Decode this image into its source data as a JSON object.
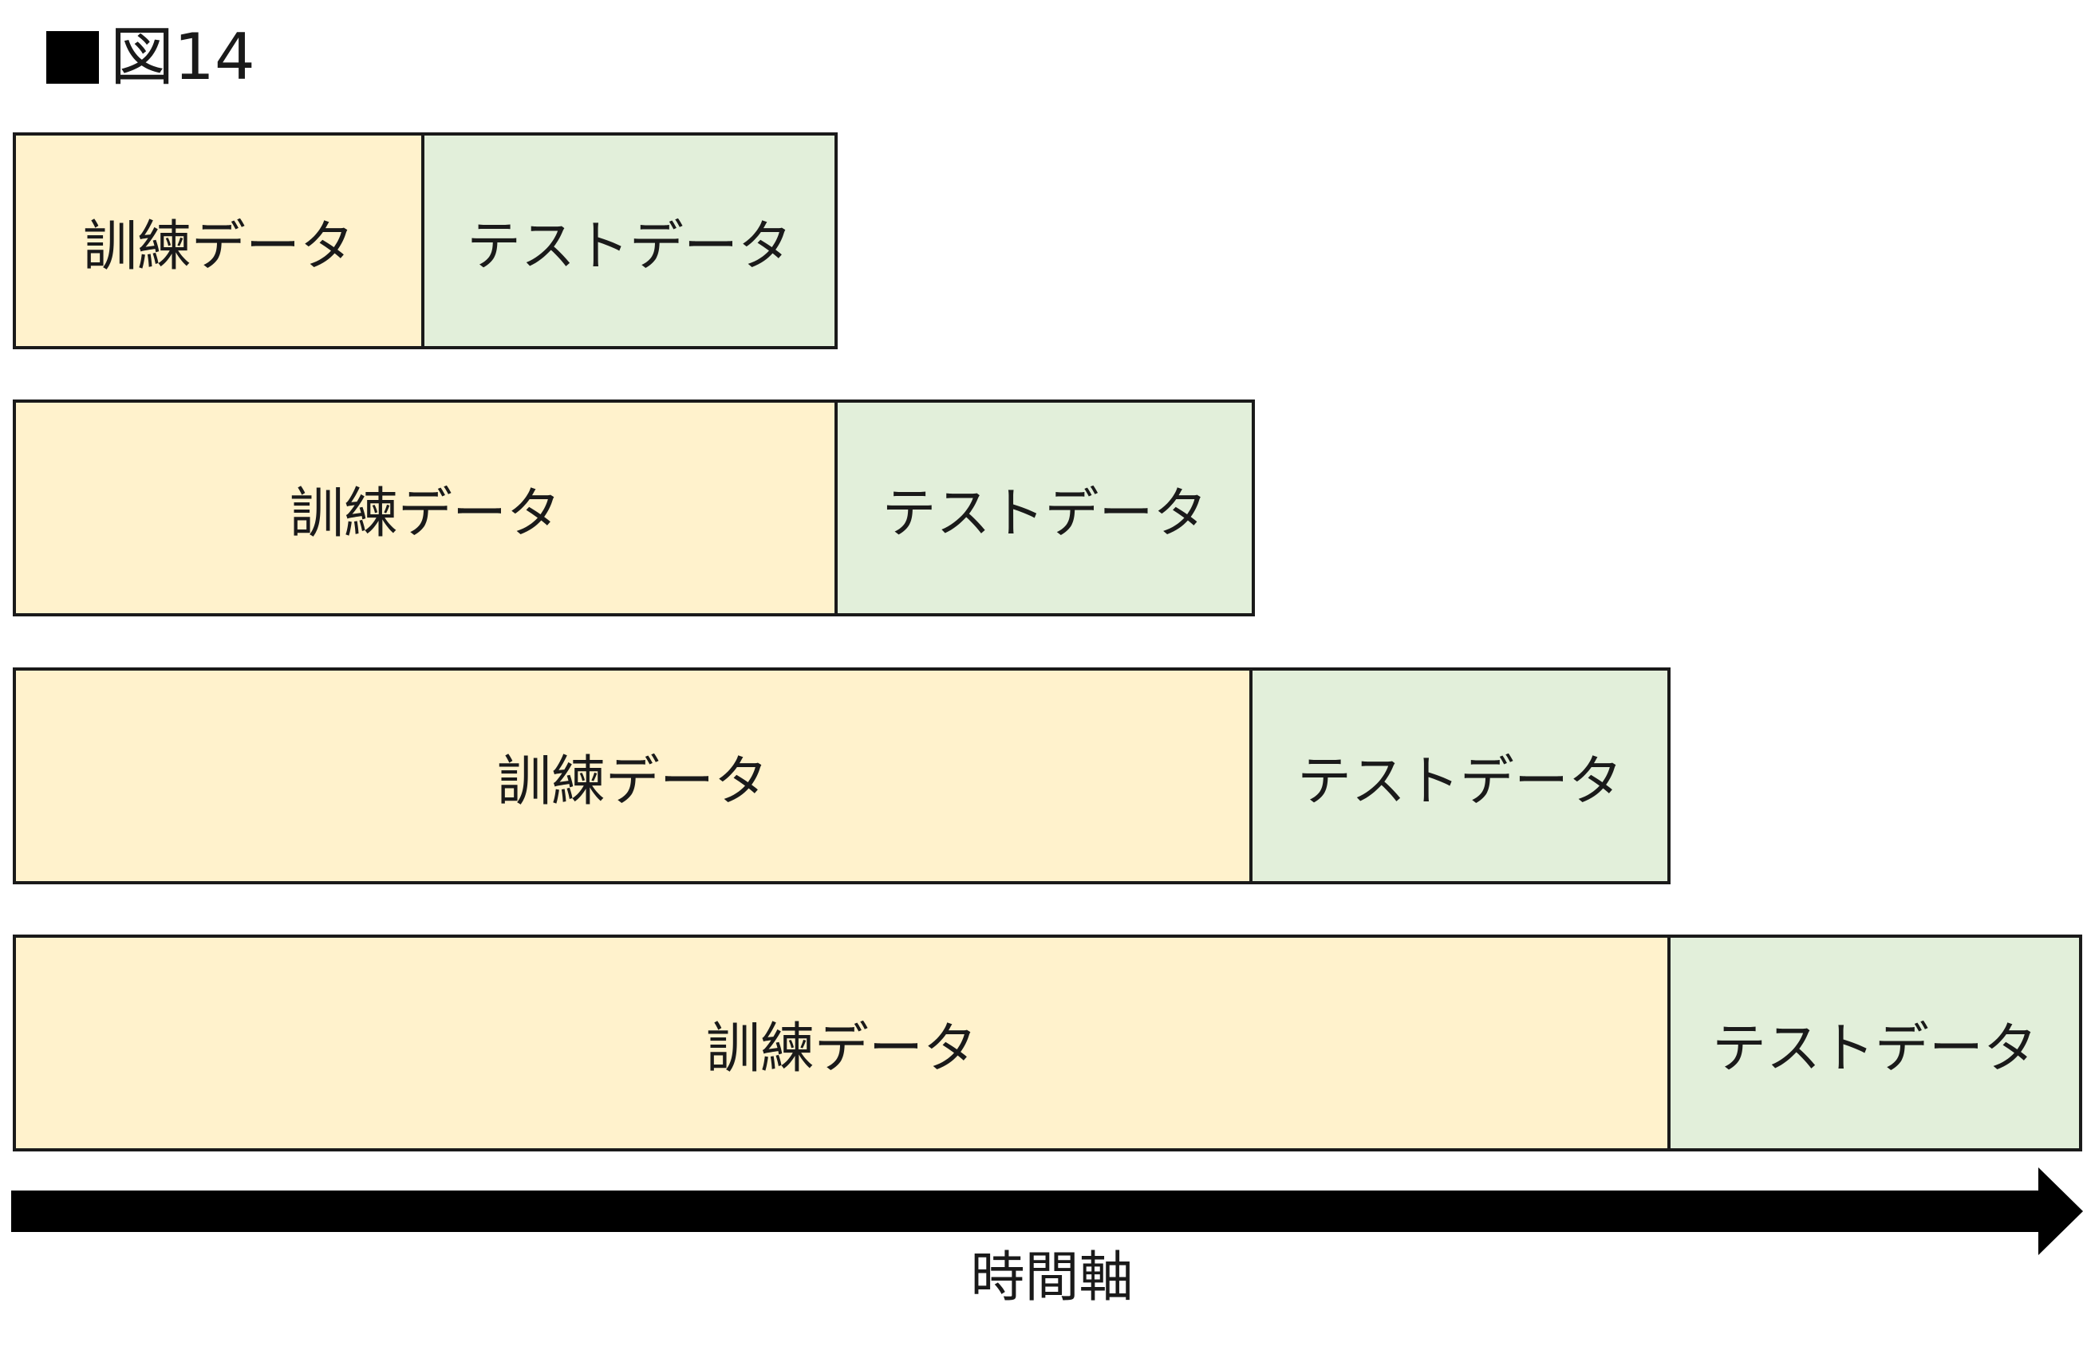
{
  "figure": {
    "title": "図14"
  },
  "rows": [
    {
      "train_label": "訓練データ",
      "test_label": "テストデータ"
    },
    {
      "train_label": "訓練データ",
      "test_label": "テストデータ"
    },
    {
      "train_label": "訓練データ",
      "test_label": "テストデータ"
    },
    {
      "train_label": "訓練データ",
      "test_label": "テストデータ"
    }
  ],
  "axis": {
    "label": "時間軸"
  },
  "colors": {
    "train_fill": "#fff2cc",
    "test_fill": "#e2efda",
    "border": "#1a1a1a",
    "arrow": "#000000"
  }
}
